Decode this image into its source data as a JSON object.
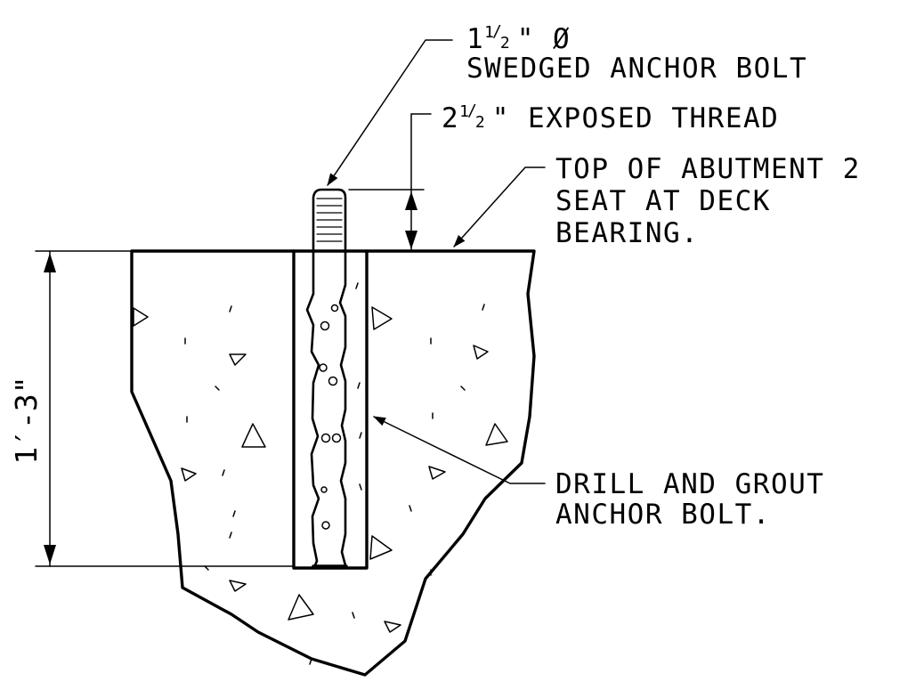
{
  "callouts": {
    "bolt_size_whole": "1",
    "bolt_size_num": "1",
    "bolt_size_den": "2",
    "bolt_size_suffix": "\" Ø",
    "bolt_type": "SWEDGED ANCHOR BOLT",
    "thread_whole": "2",
    "thread_num": "1",
    "thread_den": "2",
    "thread_text": "\" EXPOSED THREAD",
    "top_line1": "TOP OF ABUTMENT 2",
    "top_line2": "SEAT AT DECK",
    "top_line3": "BEARING.",
    "drill_line1": "DRILL AND GROUT",
    "drill_line2": "ANCHOR BOLT."
  },
  "dimensions": {
    "embedment_depth": "1′-3\""
  },
  "colors": {
    "ink": "#000000",
    "paper": "#ffffff"
  }
}
